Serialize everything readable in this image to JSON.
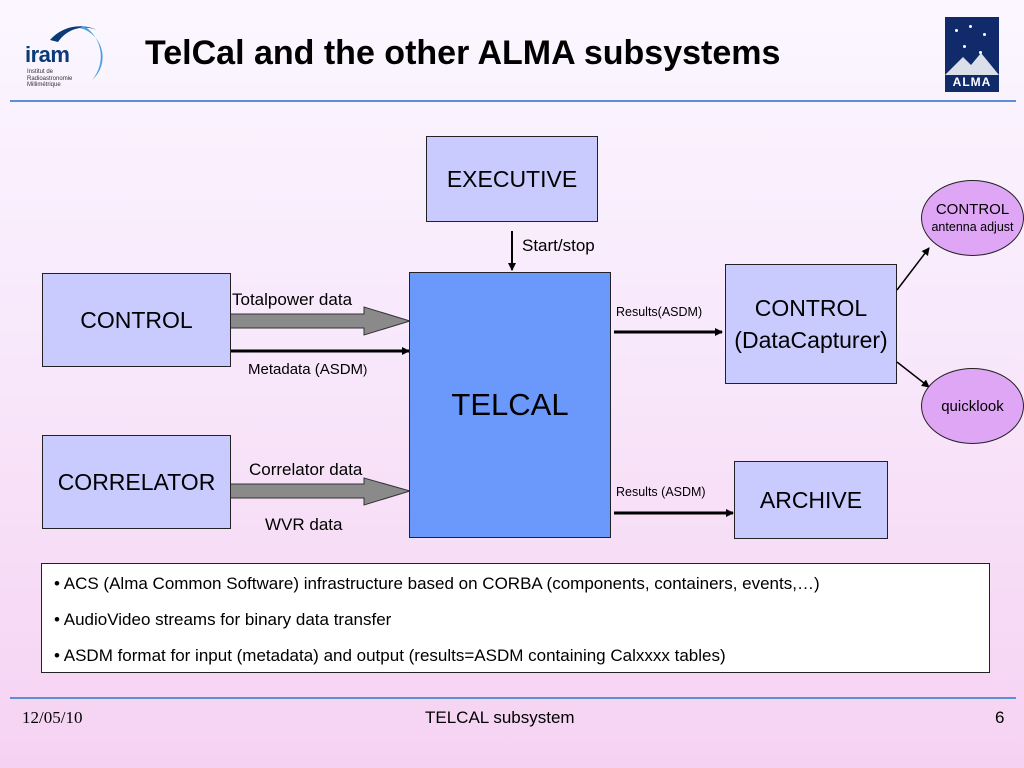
{
  "slide": {
    "title": "TelCal and the other ALMA subsystems",
    "page_number": "6",
    "date": "12/05/10",
    "footer_title": "TELCAL subsystem"
  },
  "logos": {
    "iram_word": "iram",
    "iram_sub": "Institut de\nRadioastronomie\nMillimétrique",
    "alma_word": "ALMA"
  },
  "boxes": {
    "executive": "EXECUTIVE",
    "control_left": "CONTROL",
    "correlator": "CORRELATOR",
    "telcal": "TELCAL",
    "control_dc_line1": "CONTROL",
    "control_dc_line2": "(DataCapturer)",
    "archive": "ARCHIVE"
  },
  "ovals": {
    "control_title": "CONTROL",
    "control_sub": "antenna adjust",
    "quicklook": "quicklook"
  },
  "arrow_labels": {
    "start_stop": "Start/stop",
    "totalpower": "Totalpower data",
    "metadata": "Metadata (ASDM",
    "metadata_close": ")",
    "correlator_data": "Correlator data",
    "wvr_data": "WVR data",
    "results_top": "Results(ASDM)",
    "results_bottom": "Results (ASDM)"
  },
  "notes": [
    "ACS (Alma Common Software) infrastructure based on CORBA  (components, containers, events,…)",
    "AudioVideo streams for binary data transfer",
    "ASDM format for input (metadata) and output (results=ASDM containing Calxxxx tables)"
  ],
  "bullet": "•",
  "colors": {
    "box_fill": "#c9cbff",
    "telcal_fill": "#6a99fb",
    "oval_fill": "#e0a6f6",
    "fat_arrow_fill": "#8a8a8a",
    "rule_color": "#5b8fd8"
  }
}
